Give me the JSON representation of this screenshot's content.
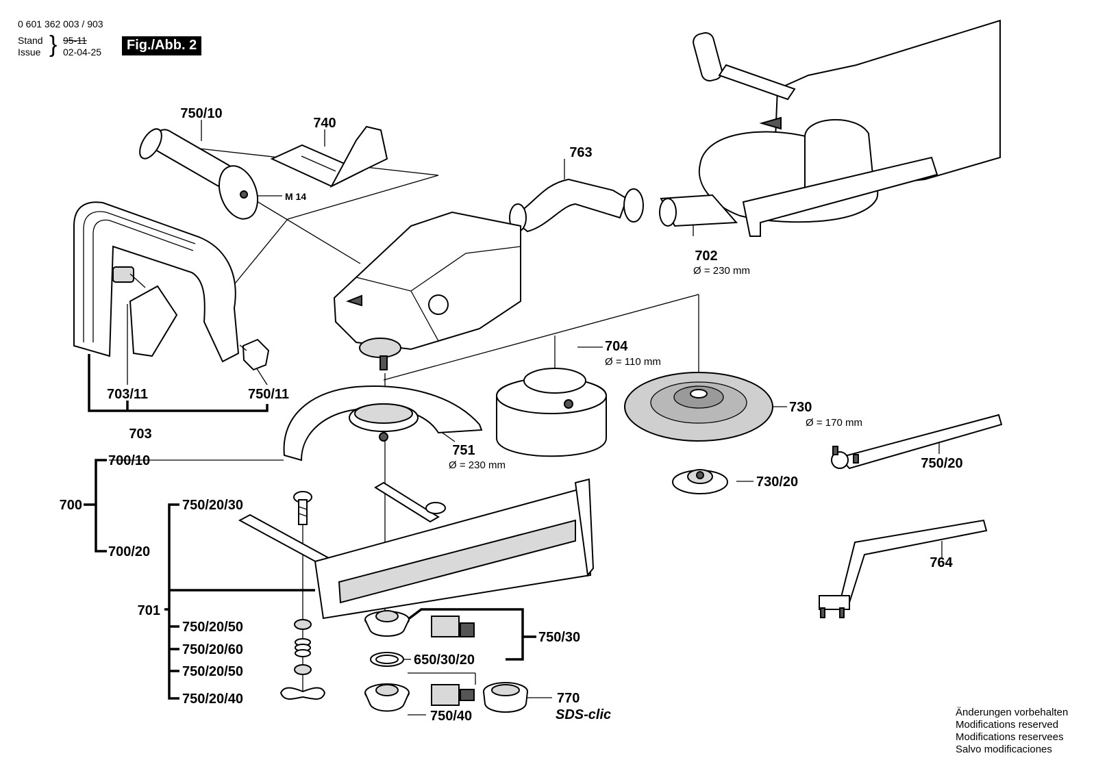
{
  "header": {
    "doc_number": "0 601 362 003 / 903",
    "stand_label": "Stand",
    "issue_label": "Issue",
    "stand_old": "95-11",
    "issue_date": "02-04-25",
    "figure": "Fig./Abb. 2"
  },
  "parts": {
    "p750_10": "750/10",
    "p740": "740",
    "m14": "M 14",
    "p763": "763",
    "p702": "702",
    "p702_dim": "Ø = 230 mm",
    "p703_11": "703/11",
    "p750_11": "750/11",
    "p703": "703",
    "p704": "704",
    "p704_dim": "Ø = 110 mm",
    "p730": "730",
    "p730_dim": "Ø = 170 mm",
    "p751": "751",
    "p751_dim": "Ø = 230 mm",
    "p730_20": "730/20",
    "p750_20": "750/20",
    "p700_10": "700/10",
    "p700": "700",
    "p750_20_30": "750/20/30",
    "p700_20": "700/20",
    "p764": "764",
    "p701": "701",
    "p750_20_50a": "750/20/50",
    "p750_20_60": "750/20/60",
    "p750_20_50b": "750/20/50",
    "p750_20_40": "750/20/40",
    "p750_30": "750/30",
    "p650_30_20": "650/30/20",
    "p770": "770",
    "sds_clic": "SDS-clic",
    "p750_40": "750/40"
  },
  "notes": [
    "Änderungen vorbehalten",
    "Modifications reserved",
    "Modifications reservees",
    "Salvo modificaciones"
  ]
}
